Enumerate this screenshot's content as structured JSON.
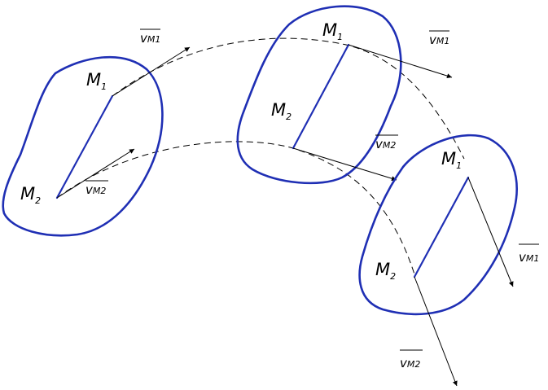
{
  "labels": {
    "point_m1": "M",
    "point_m1_sub": "1",
    "point_m2": "M",
    "point_m2_sub": "2",
    "velocity_v": "v",
    "velocity_m1_sub": "M1",
    "velocity_m2_sub": "M2"
  },
  "colors": {
    "body_outline": "#1f2fb4",
    "segment": "#1f2fb4",
    "lines": "#000000",
    "background": "#ffffff"
  }
}
